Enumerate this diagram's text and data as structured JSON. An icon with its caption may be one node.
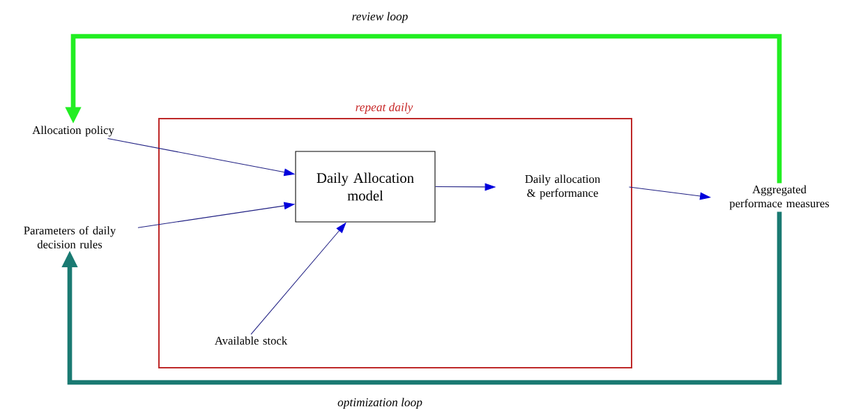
{
  "diagram": {
    "nodes": [
      {
        "text": [
          "repeat daily"
        ]
      },
      {
        "text": [
          "Allocation policy"
        ]
      },
      {
        "text": [
          "Daily Allocation model"
        ],
        "in": 0
      },
      {
        "text": [
          "Daily allocation & performance"
        ],
        "in": 0
      },
      {
        "text": [
          "Aggregated performace measures"
        ]
      },
      {
        "text": [
          "Parameters of daily decision rules"
        ]
      },
      {
        "text": [
          "Available stock"
        ],
        "in": 0
      }
    ],
    "edges": [
      {
        "from": 1,
        "to": 2,
        "arrow": "to"
      },
      {
        "from": 5,
        "to": 2,
        "arrow": "to"
      },
      {
        "from": 6,
        "to": 2,
        "arrow": "to"
      },
      {
        "from": 2,
        "to": 3,
        "arrow": "to"
      },
      {
        "from": 3,
        "to": 4,
        "arrow": "to"
      },
      {
        "from": 4,
        "to": 1,
        "arrow": "to",
        "label": "review loop",
        "style": "thick",
        "color": "#22ee22"
      },
      {
        "from": 4,
        "to": 5,
        "arrow": "to",
        "label": "optimization loop",
        "style": "thick",
        "color": "#1a7a72"
      }
    ]
  }
}
